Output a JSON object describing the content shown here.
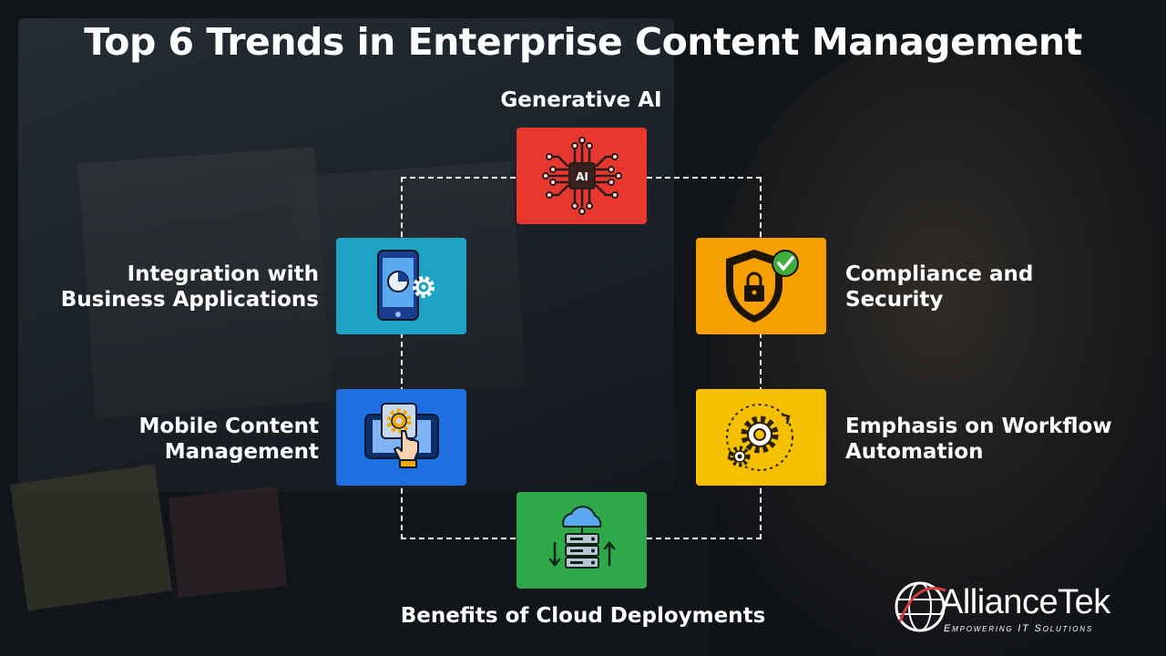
{
  "title": "Top 6 Trends in Enterprise Content Management",
  "trends": [
    {
      "label": "Generative AI",
      "color": "#e8372f",
      "icon": "ai-chip-icon"
    },
    {
      "label": "Integration with\nBusiness Applications",
      "color": "#1ea3c6",
      "icon": "tablet-gear-icon"
    },
    {
      "label": "Compliance and\nSecurity",
      "color": "#f5a000",
      "icon": "shield-lock-icon"
    },
    {
      "label": "Mobile Content\nManagement",
      "color": "#1f6fe0",
      "icon": "touch-gear-icon"
    },
    {
      "label": "Emphasis on Workflow\nAutomation",
      "color": "#f5c000",
      "icon": "gears-icon"
    },
    {
      "label": "Benefits of Cloud Deployments",
      "color": "#2fa84a",
      "icon": "cloud-server-icon"
    }
  ],
  "ai_chip_text": "AI",
  "logo": {
    "brand": "AllianceTek",
    "tagline": "Empowering IT Solutions"
  }
}
